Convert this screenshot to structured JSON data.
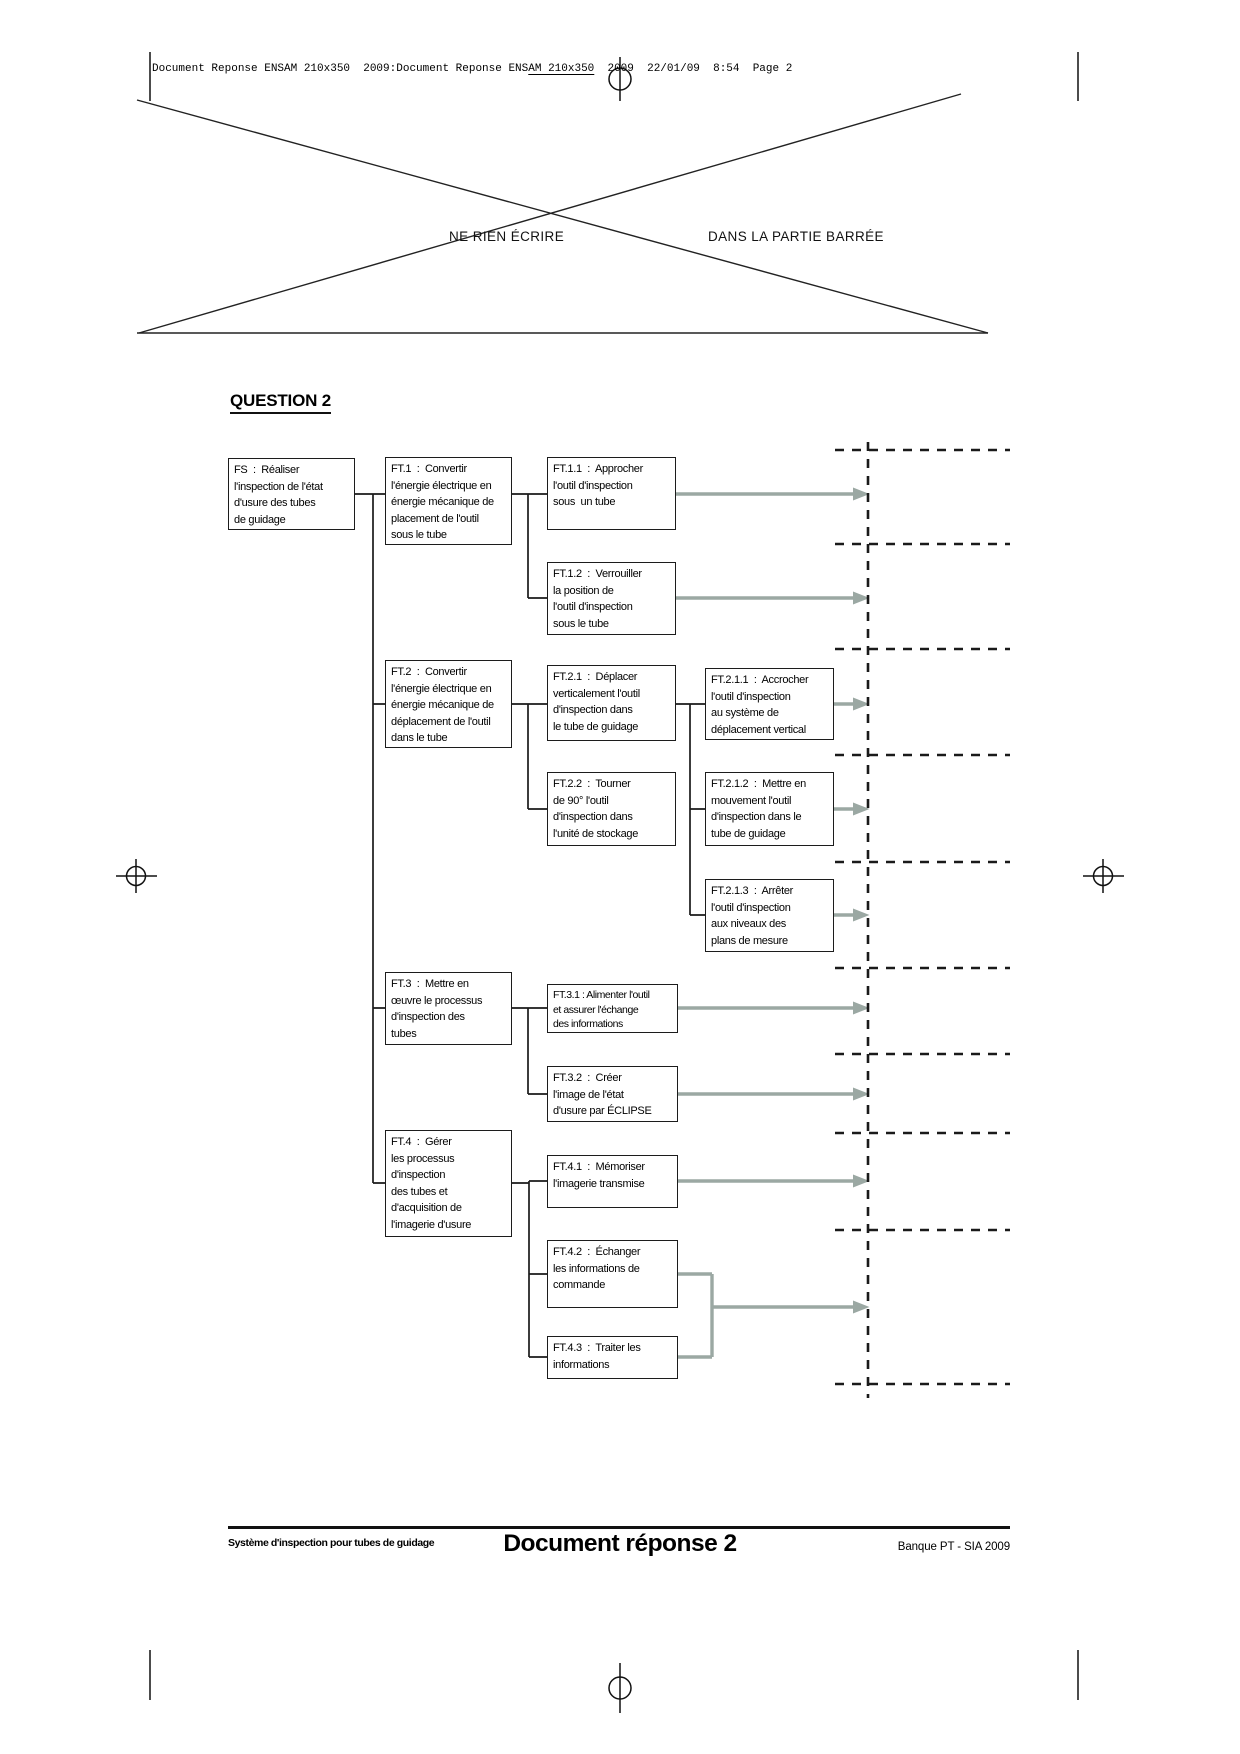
{
  "page": {
    "header_line": {
      "before": "Document Reponse ENSAM 210x350  2009:Document Reponse ENS",
      "underlined": "AM 210x350",
      "after": "  2009  22/01/09  8:54  Page 2"
    },
    "barred_area": {
      "left_label": "NE RIEN ÉCRIRE",
      "right_label": "DANS LA PARTIE BARRÉE"
    },
    "question_title": "QUESTION 2",
    "footer": {
      "left": "Système d'inspection pour tubes de guidage",
      "center": "Document réponse 2",
      "right": "Banque PT - SIA 2009"
    }
  },
  "colors": {
    "connector_line": "#1a1a1a",
    "answer_arrow": "#9ba8a3"
  },
  "diagram": {
    "type": "FAST-function-tree",
    "boxes": {
      "fs": {
        "id": "FS",
        "text": "FS  :  Réaliser\nl'inspection de l'état\nd'usure des tubes\nde guidage"
      },
      "ft1": {
        "id": "FT.1",
        "text": "FT.1  :  Convertir\nl'énergie électrique en\nénergie mécanique de\nplacement de l'outil\nsous le tube"
      },
      "ft11": {
        "id": "FT.1.1",
        "text": "FT.1.1  :  Approcher\nl'outil d'inspection\nsous  un tube"
      },
      "ft12": {
        "id": "FT.1.2",
        "text": "FT.1.2  :  Verrouiller\nla position de\nl'outil d'inspection\nsous le tube"
      },
      "ft2": {
        "id": "FT.2",
        "text": "FT.2  :  Convertir\nl'énergie électrique en\nénergie mécanique de\ndéplacement de l'outil\ndans le tube"
      },
      "ft21": {
        "id": "FT.2.1",
        "text": "FT.2.1  :  Déplacer\nverticalement l'outil\nd'inspection dans\nle tube de guidage"
      },
      "ft22": {
        "id": "FT.2.2",
        "text": "FT.2.2  :  Tourner\nde 90° l'outil\nd'inspection dans\nl'unité de stockage"
      },
      "ft211": {
        "id": "FT.2.1.1",
        "text": "FT.2.1.1  :  Accrocher\nl'outil d'inspection\nau système de\ndéplacement vertical"
      },
      "ft212": {
        "id": "FT.2.1.2",
        "text": "FT.2.1.2  :  Mettre en\nmouvement l'outil\nd'inspection dans le\ntube de guidage"
      },
      "ft213": {
        "id": "FT.2.1.3",
        "text": "FT.2.1.3  :  Arrêter\nl'outil d'inspection\naux niveaux des\nplans de mesure"
      },
      "ft3": {
        "id": "FT.3",
        "text": "FT.3  :  Mettre en\nœuvre le processus\nd'inspection des\ntubes"
      },
      "ft31": {
        "id": "FT.3.1",
        "text": "FT.3.1 : Alimenter l'outil\net assurer l'échange\ndes informations"
      },
      "ft32": {
        "id": "FT.3.2",
        "text": "FT.3.2  :  Créer\nl'image de l'état\nd'usure par ÉCLIPSE"
      },
      "ft4": {
        "id": "FT.4",
        "text": "FT.4  :  Gérer\nles processus\nd'inspection\ndes tubes et\nd'acquisition de\nl'imagerie d'usure"
      },
      "ft41": {
        "id": "FT.4.1",
        "text": "FT.4.1  :  Mémoriser\nl'imagerie transmise"
      },
      "ft42": {
        "id": "FT.4.2",
        "text": "FT.4.2  :  Échanger\nles informations de\ncommande"
      },
      "ft43": {
        "id": "FT.4.3",
        "text": "FT.4.3  :  Traiter les\ninformations"
      }
    }
  }
}
